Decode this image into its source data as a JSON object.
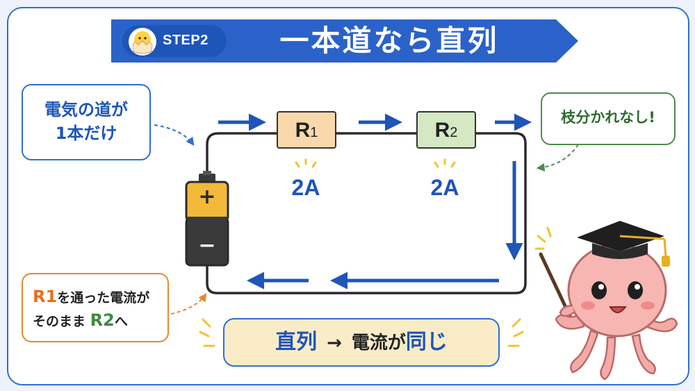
{
  "header": {
    "step_label": "STEP2",
    "title": "一本道なら直列"
  },
  "notes": {
    "path_line1": "電気の道が",
    "path_line2": "1本だけ",
    "no_branch": "枝分かれなし!",
    "flow_r1": "R1",
    "flow_mid": "を通った電流が",
    "flow_line2_pre": "そのまま",
    "flow_r2": "R2",
    "flow_line2_post": "へ"
  },
  "circuit": {
    "r1_label": "R",
    "r1_sub": "1",
    "r2_label": "R",
    "r2_sub": "2",
    "r1_current": "2A",
    "r2_current": "2A",
    "battery_plus": "+",
    "battery_minus": "−"
  },
  "summary": {
    "left": "直列",
    "arrow": "→",
    "middle": "電流が",
    "right": "同じ"
  },
  "colors": {
    "primary_blue": "#1e55b8",
    "r1_fill": "#f9d9ab",
    "r2_fill": "#d4e8c4",
    "summary_fill": "#fbecc8",
    "accent_orange": "#e8882c",
    "accent_green": "#4f8a4f"
  },
  "icons": {
    "chick": "chick-in-egg-icon",
    "battery": "battery-icon",
    "mascot": "octopus-professor-icon"
  }
}
